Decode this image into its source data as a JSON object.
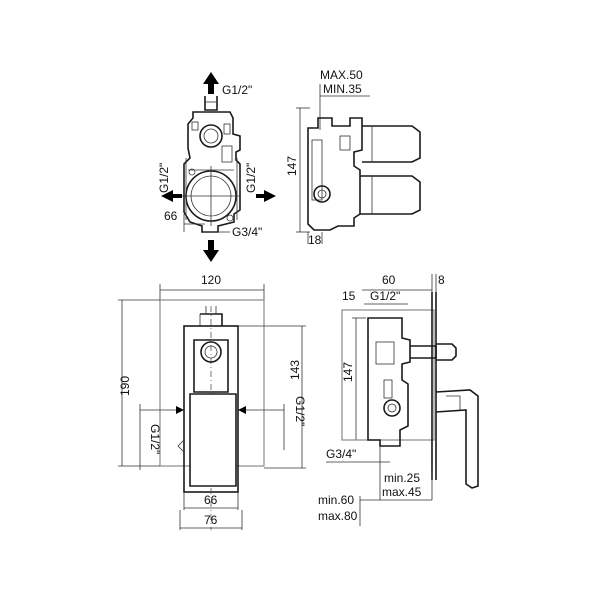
{
  "colors": {
    "line": "#1a1a1a",
    "arrow": "#000000",
    "panel": "#8a8a8a",
    "background": "#ffffff"
  },
  "top_view": {
    "outlet_top": "G1/2\"",
    "inlet_left": "G1/2\"",
    "inlet_right": "G1/2\"",
    "dim_66": "66",
    "outlet_bottom": "G3/4\""
  },
  "side_view_top": {
    "max_depth": "MAX.50",
    "min_depth": "MIN.35",
    "height": "147",
    "base": "18"
  },
  "front_view": {
    "width_120": "120",
    "height_190": "190",
    "height_143": "143",
    "inlet_right": "G1/2\"",
    "inlet_left": "G1/2\"",
    "dim_66": "66",
    "dim_76": "76"
  },
  "side_view_bottom": {
    "dim_60": "60",
    "dim_8": "8",
    "dim_15": "15",
    "thread_top": "G1/2\"",
    "height_147": "147",
    "thread_bottom": "G3/4\"",
    "min25": "min.25",
    "max45": "max.45",
    "min60": "min.60",
    "max80": "max.80"
  }
}
